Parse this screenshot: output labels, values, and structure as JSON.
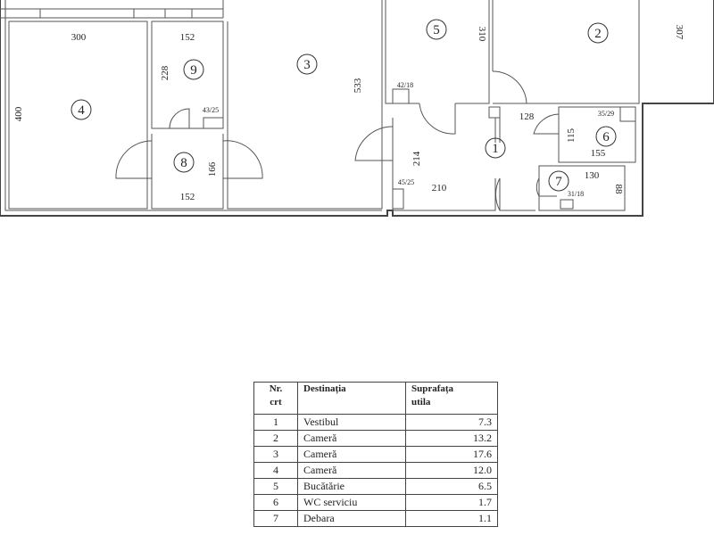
{
  "rooms": [
    {
      "number": "1"
    },
    {
      "number": "2"
    },
    {
      "number": "3"
    },
    {
      "number": "4"
    },
    {
      "number": "5"
    },
    {
      "number": "6"
    },
    {
      "number": "7"
    },
    {
      "number": "8"
    },
    {
      "number": "9"
    }
  ],
  "dimensions": {
    "r4_width": "300",
    "r4_height": "400",
    "r9_width": "152",
    "r9_height": "228",
    "r9_duct": "43/25",
    "r3_height": "533",
    "r8_width": "152",
    "r8_height": "166",
    "r5_height": "310",
    "r5_duct": "42/18",
    "r2_height": "307",
    "hall_width": "210",
    "hall_height": "214",
    "hall_duct": "45/25",
    "r6_width_top": "128",
    "r6_height": "115",
    "r6_width": "155",
    "r6_duct": "35/29",
    "r7_width": "130",
    "r7_height": "88",
    "r7_duct": "31/18"
  },
  "table": {
    "headers": {
      "nr": [
        "Nr.",
        "crt"
      ],
      "destinatia": "Destinația",
      "suprafata": [
        "Suprafața",
        "utila"
      ]
    },
    "rows": [
      {
        "nr": "1",
        "destinatia": "Vestibul",
        "suprafata": "7.3"
      },
      {
        "nr": "2",
        "destinatia": "Cameră",
        "suprafata": "13.2"
      },
      {
        "nr": "3",
        "destinatia": "Cameră",
        "suprafata": "17.6"
      },
      {
        "nr": "4",
        "destinatia": "Cameră",
        "suprafata": "12.0"
      },
      {
        "nr": "5",
        "destinatia": "Bucătărie",
        "suprafata": "6.5"
      },
      {
        "nr": "6",
        "destinatia": "WC serviciu",
        "suprafata": "1.7"
      },
      {
        "nr": "7",
        "destinatia": "Debara",
        "suprafata": "1.1"
      }
    ]
  }
}
